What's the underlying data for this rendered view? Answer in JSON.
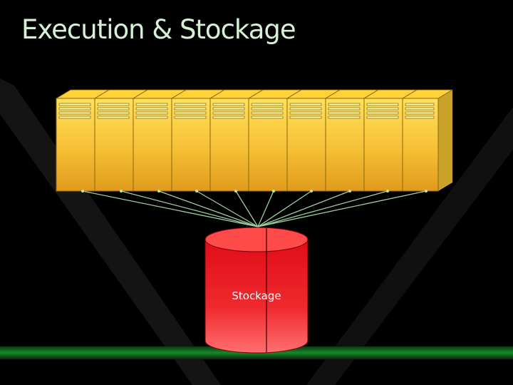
{
  "slide": {
    "title": "Execution & Stockage",
    "storage_label": "Stockage"
  },
  "servers": {
    "count": 10,
    "color": "#f2b829"
  },
  "storage": {
    "color": "#e8101e"
  },
  "colors": {
    "background": "#000000",
    "title": "#d6f2d6",
    "connector": "#9ecf9e",
    "ground_stripe": "#0e6a1e"
  }
}
